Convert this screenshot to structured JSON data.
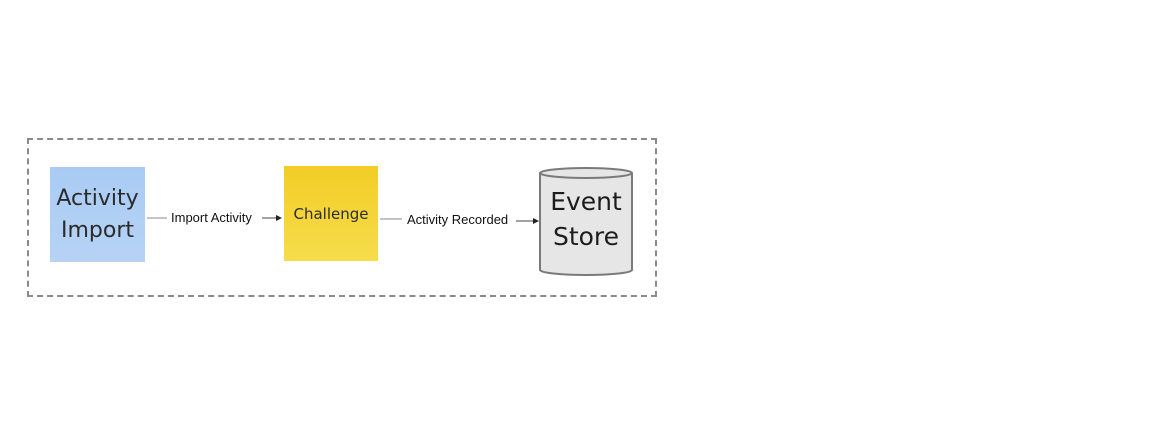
{
  "diagram": {
    "nodes": {
      "activity_import": {
        "label": "Activity\nImport",
        "color": "#b0cff4",
        "shape": "sticky-note"
      },
      "challenge": {
        "label": "Challenge",
        "color": "#f4d22f",
        "shape": "sticky-note"
      },
      "event_store": {
        "label_line1": "Event",
        "label_line2": "Store",
        "color": "#e6e6e6",
        "shape": "cylinder"
      }
    },
    "edges": [
      {
        "from": "activity_import",
        "to": "challenge",
        "label": "Import Activity"
      },
      {
        "from": "challenge",
        "to": "event_store",
        "label": "Activity Recorded"
      }
    ],
    "boundary": {
      "style": "dashed",
      "color": "#8a8a8a"
    }
  }
}
